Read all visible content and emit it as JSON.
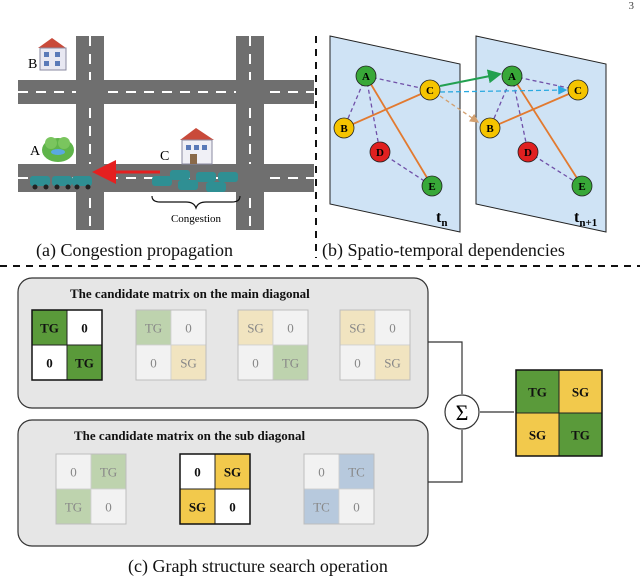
{
  "page_number": "3",
  "panel_a": {
    "caption": "(a) Congestion propagation",
    "label_a": "A",
    "label_b": "B",
    "label_c": "C",
    "congestion_label": "Congestion"
  },
  "panel_b": {
    "caption": "(b) Spatio-temporal dependencies",
    "time_left": "t",
    "time_left_sub": "n",
    "time_right": "t",
    "time_right_sub": "n+1",
    "nodes": {
      "a": "A",
      "b": "B",
      "c": "C",
      "d": "D",
      "e": "E"
    }
  },
  "panel_c": {
    "caption": "(c) Graph structure search operation",
    "main_title": "The  candidate matrix on the main diagonal",
    "sub_title": "The  candidate matrix on the sub diagonal",
    "sum_symbol": "Σ",
    "main_matrices": [
      {
        "cells": [
          "TG",
          "0",
          "0",
          "TG"
        ]
      },
      {
        "cells": [
          "TG",
          "0",
          "0",
          "SG"
        ]
      },
      {
        "cells": [
          "SG",
          "0",
          "0",
          "TG"
        ]
      },
      {
        "cells": [
          "SG",
          "0",
          "0",
          "SG"
        ]
      }
    ],
    "sub_matrices": [
      {
        "cells": [
          "0",
          "TG",
          "TG",
          "0"
        ]
      },
      {
        "cells": [
          "0",
          "SG",
          "SG",
          "0"
        ]
      },
      {
        "cells": [
          "0",
          "TC",
          "TC",
          "0"
        ]
      }
    ],
    "result_matrix": {
      "cells": [
        "TG",
        "SG",
        "SG",
        "TG"
      ]
    }
  },
  "colors": {
    "tg_strong": "#5a9a3a",
    "sg_strong": "#f2c94c",
    "tg_faded": "#bed3ae",
    "sg_faded": "#f1e4c0",
    "tc_faded": "#b7c9dd",
    "node_green": "#38a838",
    "node_yellow": "#f5c400",
    "node_red": "#e02020",
    "plane_blue": "#cfe3f5"
  }
}
